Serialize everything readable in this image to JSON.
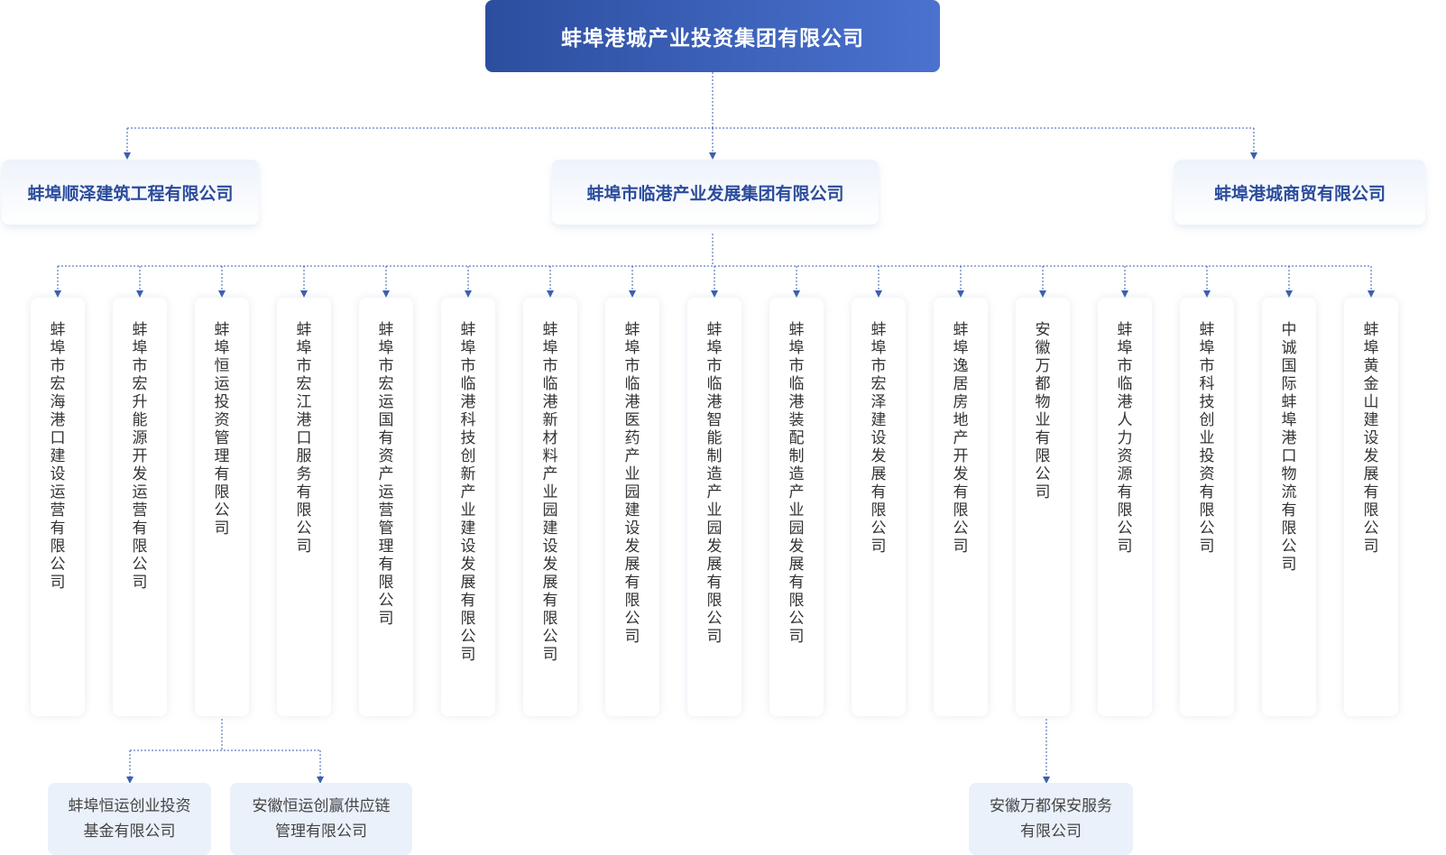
{
  "root": {
    "name": "蚌埠港城产业投资集团有限公司"
  },
  "level2": [
    {
      "name": "蚌埠顺泽建筑工程有限公司"
    },
    {
      "name": "蚌埠市临港产业发展集团有限公司"
    },
    {
      "name": "蚌埠港城商贸有限公司"
    }
  ],
  "subsidiaries": [
    {
      "name": "蚌埠市宏海港口建设运营有限公司"
    },
    {
      "name": "蚌埠市宏升能源开发运营有限公司"
    },
    {
      "name": "蚌埠恒运投资管理有限公司"
    },
    {
      "name": "蚌埠市宏江港口服务有限公司"
    },
    {
      "name": "蚌埠市宏运国有资产运营管理有限公司"
    },
    {
      "name": "蚌埠市临港科技创新产业建设发展有限公司"
    },
    {
      "name": "蚌埠市临港新材料产业园建设发展有限公司"
    },
    {
      "name": "蚌埠市临港医药产业园建设发展有限公司"
    },
    {
      "name": "蚌埠市临港智能制造产业园发展有限公司"
    },
    {
      "name": "蚌埠市临港装配制造产业园发展有限公司"
    },
    {
      "name": "蚌埠市宏泽建设发展有限公司"
    },
    {
      "name": "蚌埠逸居房地产开发有限公司"
    },
    {
      "name": "安徽万都物业有限公司"
    },
    {
      "name": "蚌埠市临港人力资源有限公司"
    },
    {
      "name": "蚌埠市科技创业投资有限公司"
    },
    {
      "name": "中诚国际蚌埠港口物流有限公司"
    },
    {
      "name": "蚌埠黄金山建设发展有限公司"
    }
  ],
  "leaves": [
    {
      "line1": "蚌埠恒运创业投资",
      "line2": "基金有限公司"
    },
    {
      "line1": "安徽恒运创赢供应链",
      "line2": "管理有限公司"
    },
    {
      "line1": "安徽万都保安服务",
      "line2": "有限公司"
    }
  ],
  "colors": {
    "line": "#3c5fb0",
    "root_start": "#2c4e9f",
    "root_end": "#4a72cf",
    "level2_text": "#2b4c9b",
    "leaf_bg": "#eaf1fb"
  }
}
